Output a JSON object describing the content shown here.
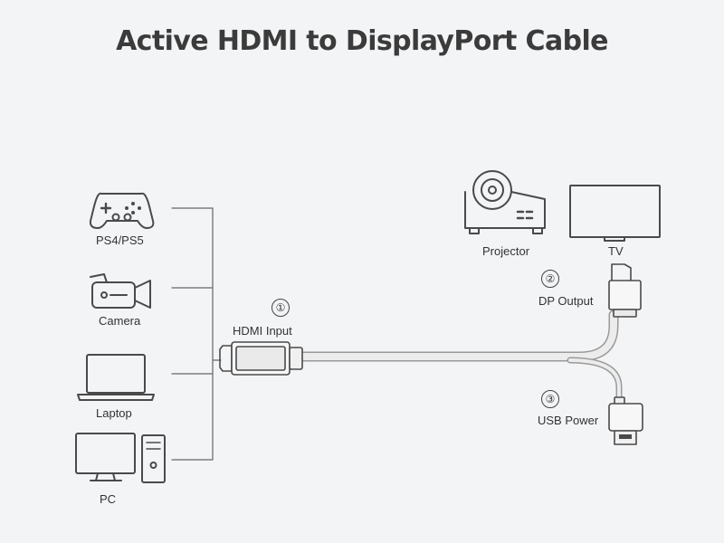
{
  "title": "Active HDMI to DisplayPort Cable",
  "sources": [
    {
      "label": "PS4/PS5",
      "icon": "gamepad-icon"
    },
    {
      "label": "Camera",
      "icon": "camera-icon"
    },
    {
      "label": "Laptop",
      "icon": "laptop-icon"
    },
    {
      "label": "PC",
      "icon": "desktop-pc-icon"
    }
  ],
  "ports": [
    {
      "number": "①",
      "label": "HDMI Input"
    },
    {
      "number": "②",
      "label": "DP Output"
    },
    {
      "number": "③",
      "label": "USB Power"
    }
  ],
  "outputs": [
    {
      "label": "Projector",
      "icon": "projector-icon"
    },
    {
      "label": "TV",
      "icon": "tv-icon"
    }
  ],
  "colors": {
    "background": "#f3f4f6",
    "line": "#555555",
    "cable": "#d9d9d9"
  }
}
